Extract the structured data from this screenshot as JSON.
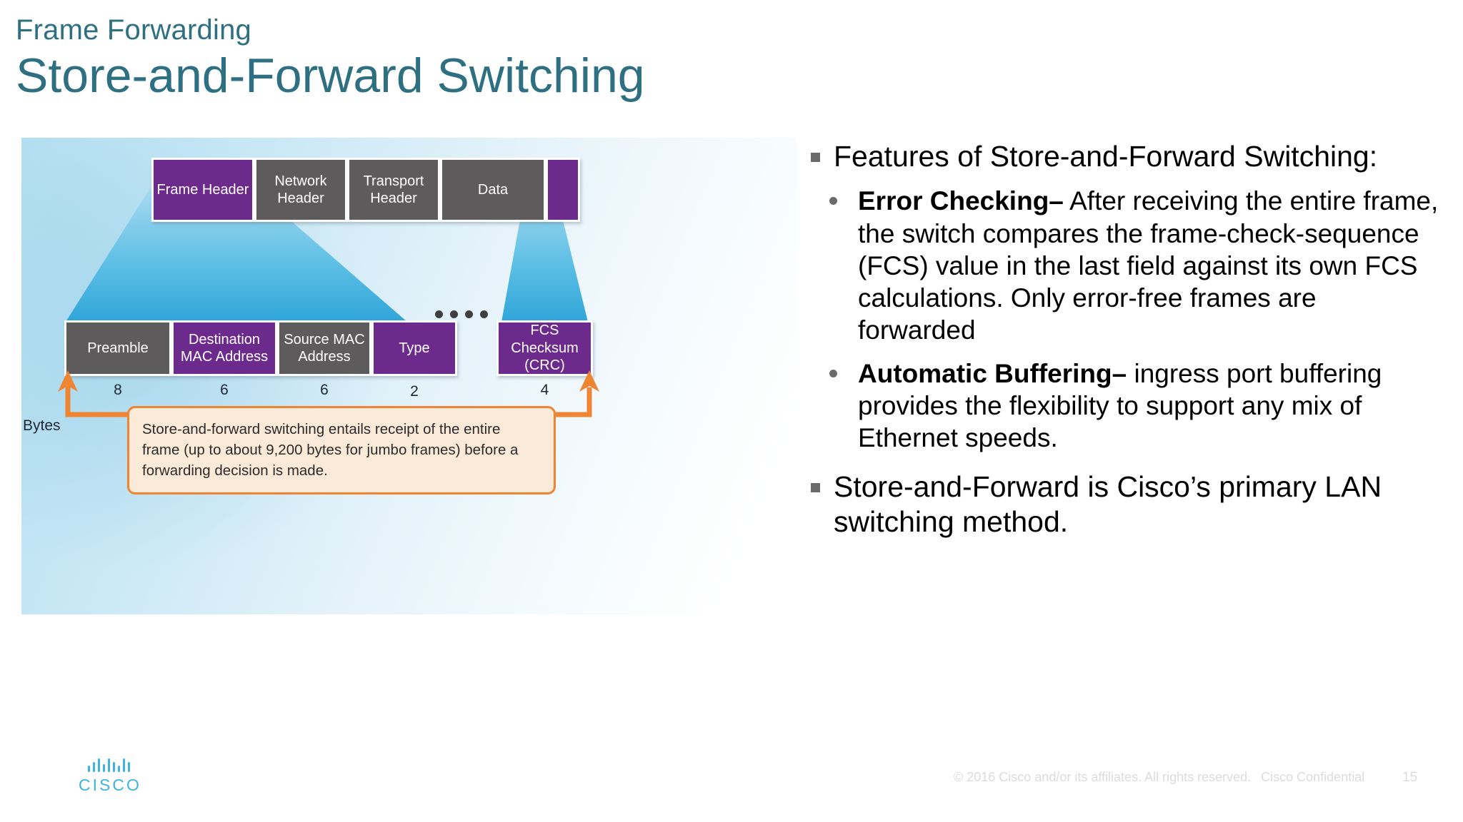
{
  "slide": {
    "eyebrow": "Frame Forwarding",
    "title": "Store-and-Forward Switching",
    "accent_color": "#2e6f82"
  },
  "diagram": {
    "axis_label": "Bytes",
    "upper_layers": [
      {
        "label": "Frame Header",
        "color": "#6d2a8d"
      },
      {
        "label": "Network\nHeader",
        "color": "#5d5b5b"
      },
      {
        "label": "Transport\nHeader",
        "color": "#5d5b5b"
      },
      {
        "label": "Data",
        "color": "#5d5b5b"
      },
      {
        "label": "",
        "color": "#6d2a8d"
      }
    ],
    "frame_fields": [
      {
        "label": "Preamble",
        "bytes": "8",
        "color": "#5d5b5b"
      },
      {
        "label": "Destination\nMAC Address",
        "bytes": "6",
        "color": "#6d2a8d"
      },
      {
        "label": "Source MAC\nAddress",
        "bytes": "6",
        "color": "#5d5b5b"
      },
      {
        "label": "Type",
        "bytes": "2",
        "color": "#6d2a8d"
      },
      {
        "label": "FCS Checksum\n(CRC)",
        "bytes": "4",
        "color": "#6d2a8d"
      }
    ],
    "ellipsis": "• • • •",
    "callout": "Store-and-forward switching entails receipt of the entire frame (up to about 9,200 bytes for jumbo frames) before a forwarding decision is made.",
    "callout_border_color": "#ef8533",
    "callout_fill_color": "#fcead9",
    "bracket_color": "#ef8533",
    "funnel_color": "#3eaedd"
  },
  "bullets": {
    "item1": "Features of Store-and-Forward Switching:",
    "sub1_bold": "Error Checking–",
    "sub1_rest": " After receiving the entire frame, the switch compares the frame-check-sequence (FCS) value in the last field against its own FCS calculations. Only error-free frames are forwarded",
    "sub2_bold": "Automatic Buffering–",
    "sub2_rest": " ingress port buffering provides the flexibility to support any mix of Ethernet speeds.",
    "item2": "Store-and-Forward is Cisco’s primary LAN switching method."
  },
  "footer": {
    "logo_wordmark": "CISCO",
    "copyright": "© 2016  Cisco and/or its affiliates. All rights reserved.",
    "confidential": "Cisco Confidential",
    "page_number": "15",
    "logo_color": "#3cb4e5"
  }
}
